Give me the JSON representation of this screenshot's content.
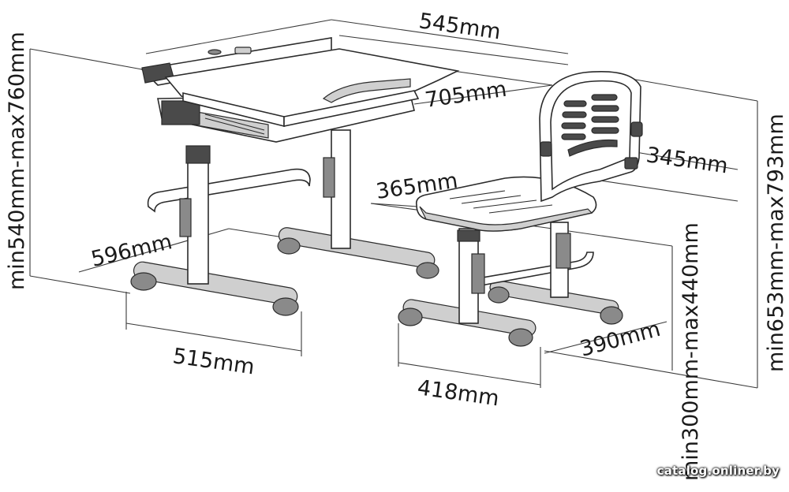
{
  "dimensions": {
    "desk_width": "545mm",
    "desk_depth": "705mm",
    "desk_leg_span": "596mm",
    "desk_base_width": "515mm",
    "desk_height": "min540mm-max760mm",
    "seat_width": "365mm",
    "backrest_width": "345mm",
    "chair_base_width": "418mm",
    "chair_base_depth": "390mm",
    "seat_height": "min300mm-max440mm",
    "chair_total_height": "min653mm-max793mm"
  },
  "watermark": "catalog.onliner.by"
}
